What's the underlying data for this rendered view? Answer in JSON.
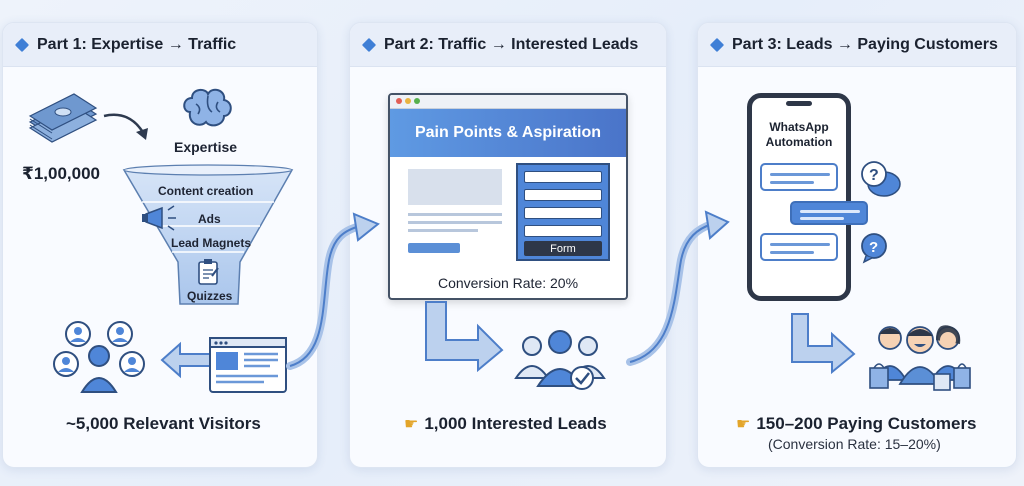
{
  "parts": [
    {
      "title": "Part 1: Expertise → Traffic"
    },
    {
      "title": "Part 2: Traffic → Interested Leads"
    },
    {
      "title": "Part 3: Leads → Paying Customers"
    }
  ],
  "part1": {
    "budget": "₹1,00,000",
    "expertise_label": "Expertise",
    "funnel_stages": [
      "Content creation",
      "Ads",
      "Lead Magnets",
      "Quizzes"
    ],
    "result": "~5,000 Relevant Visitors"
  },
  "part2": {
    "page_title": "Pain Points & Aspiration",
    "form_label": "Form",
    "conversion": "Conversion Rate: 20%",
    "result": "1,000 Interested Leads"
  },
  "part3": {
    "phone_title": "WhatsApp Automation",
    "result": "150–200 Paying Customers",
    "conversion": "(Conversion Rate: 15–20%)"
  },
  "colors": {
    "accent": "#3f7fd6",
    "arrow": "#5b8fd6",
    "header_bg": "#e8eef9"
  }
}
